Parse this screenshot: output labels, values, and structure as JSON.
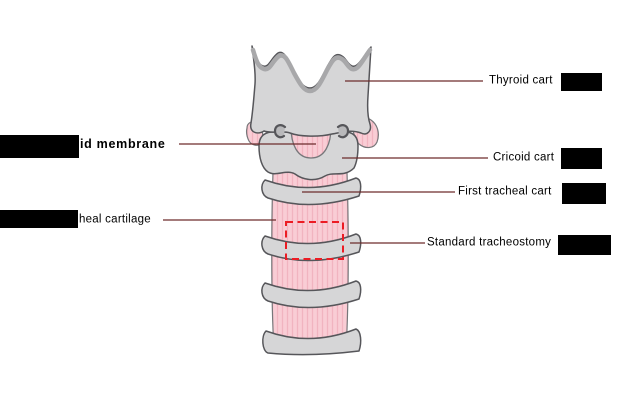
{
  "scene": {
    "type": "anatomical-diagram",
    "subject": "Larynx and trachea, anterior view, with labeled structures and standard tracheostomy site",
    "background": "#ffffff"
  },
  "annotations": {
    "left": [
      {
        "label": "id membrane",
        "emphasis": "bold",
        "redaction": "prefix"
      },
      {
        "label": "heal cartilage",
        "emphasis": "normal",
        "redaction": "prefix"
      }
    ],
    "right": [
      {
        "label": "Thyroid cart",
        "redaction": "suffix"
      },
      {
        "label": "Cricoid cart",
        "redaction": "suffix"
      },
      {
        "label": "First tracheal cart",
        "redaction": "suffix"
      },
      {
        "label": "Standard tracheostomy",
        "redaction": "suffix"
      }
    ]
  },
  "markers": {
    "tracheostomy_site": "red dashed rectangle over trachea between tracheal cartilages"
  },
  "colors": {
    "cartilage_fill": "#d6d6d7",
    "cartilage_outline": "#56565a",
    "cartilage_top_rim": "#a8a8aa",
    "membrane_fill": "#f9cdd5",
    "membrane_striation": "#f1b4c0",
    "membrane_outline": "#77777a",
    "leader_line": "#6d2c2c",
    "tracheostomy_marker": "#ec1c24",
    "redaction_box": "#000000",
    "label_text": "#000000"
  }
}
